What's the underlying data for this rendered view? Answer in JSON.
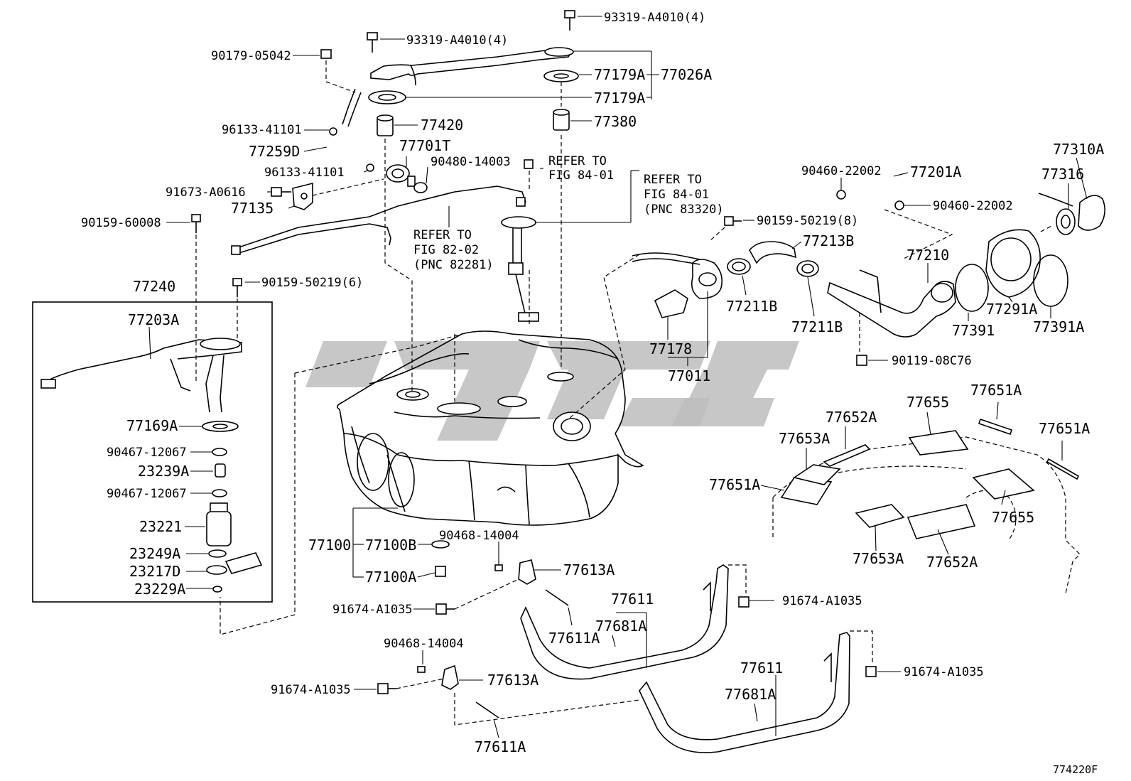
{
  "labels": {
    "p1": "93319-A4010(4)",
    "p2": "93319-A4010(4)",
    "p3": "90179-05042",
    "p4": "77179A",
    "p5": "77026A",
    "p6": "77179A",
    "p7": "77420",
    "p8": "77380",
    "p9": "96133-41101",
    "p10": "77701T",
    "p11": "77259D",
    "p12": "90480-14003",
    "p13": "96133-41101",
    "p14": "91673-A0616",
    "p15": "77135",
    "p16": "90159-60008",
    "p17": "77240",
    "p18": "90159-50219(6)",
    "p19": "77203A",
    "p20": "77169A",
    "p21": "90467-12067",
    "p22": "23239A",
    "p23": "90467-12067",
    "p24": "23221",
    "p25": "23249A",
    "p26": "23217D",
    "p27": "23229A",
    "p28": "77310A",
    "p29": "90460-22002",
    "p30": "77201A",
    "p31": "77316",
    "p32": "90460-22002",
    "p33": "90159-50219(8)",
    "p34": "77213B",
    "p35": "77210",
    "p36": "77211B",
    "p37": "77211B",
    "p38": "77391",
    "p39": "77291A",
    "p40": "77391A",
    "p41": "77178",
    "p42": "77011",
    "p43": "90119-08C76",
    "p44": "77651A",
    "p45": "77652A",
    "p46": "77655",
    "p47": "77651A",
    "p48": "77653A",
    "p49": "77651A",
    "p50": "77655",
    "p51": "77653A",
    "p52": "77652A",
    "p53": "77100",
    "p54": "77100B",
    "p55": "90468-14004",
    "p56": "77100A",
    "p57": "77613A",
    "p58": "77611",
    "p59": "77681A",
    "p60": "77611A",
    "p61": "91674-A1035",
    "p62": "91674-A1035",
    "p63": "90468-14004",
    "p64": "77613A",
    "p65": "91674-A1035",
    "p66": "77611",
    "p67": "77681A",
    "p68": "91674-A1035",
    "p69": "77611A",
    "diagram_code": "774220F"
  },
  "refs": {
    "r1": [
      "REFER TO",
      "FIG 84-01"
    ],
    "r2": [
      "REFER TO",
      "FIG 84-01",
      "(PNC 83320)"
    ],
    "r3": [
      "REFER TO",
      "FIG 82-02",
      "(PNC 82281)"
    ]
  }
}
